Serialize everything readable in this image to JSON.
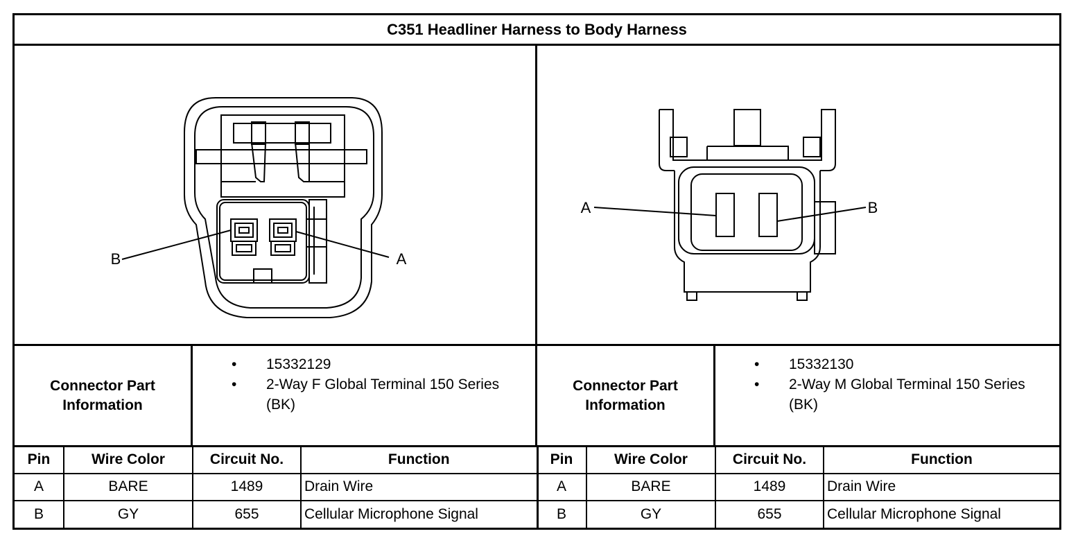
{
  "title": "C351 Headliner Harness to Body Harness",
  "left": {
    "pin_labels": [
      "A",
      "B"
    ],
    "info_label": "Connector Part Information",
    "info_items": [
      "15332129",
      "2-Way F Global Terminal 150 Series (BK)"
    ],
    "headers": [
      "Pin",
      "Wire Color",
      "Circuit No.",
      "Function"
    ],
    "rows": [
      [
        "A",
        "BARE",
        "1489",
        "Drain Wire"
      ],
      [
        "B",
        "GY",
        "655",
        "Cellular Microphone Signal"
      ]
    ]
  },
  "right": {
    "pin_labels": [
      "A",
      "B"
    ],
    "info_label": "Connector Part Information",
    "info_items": [
      "15332130",
      "2-Way M Global Terminal 150 Series (BK)"
    ],
    "headers": [
      "Pin",
      "Wire Color",
      "Circuit No.",
      "Function"
    ],
    "rows": [
      [
        "A",
        "BARE",
        "1489",
        "Drain Wire"
      ],
      [
        "B",
        "GY",
        "655",
        "Cellular Microphone Signal"
      ]
    ]
  },
  "bullet_glyph": "•"
}
